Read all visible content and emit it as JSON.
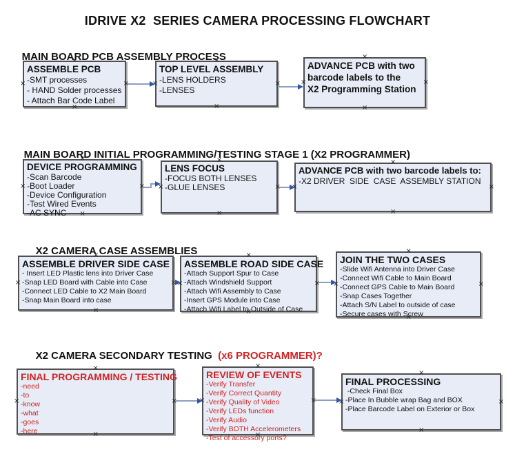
{
  "title": "IDRIVE X2  SERIES CAMERA PROCESSING FLOWCHART",
  "glyphs": {
    "handle": "×"
  },
  "colors": {
    "box_fill": "#e7ecf6",
    "box_border": "#4f4f4f",
    "box_shadow": "#a9a9a9",
    "arrow_line": "#8c9fc0",
    "arrow_head": "#3457a5",
    "accent_red": "#cf2424",
    "text": "#111111",
    "background": "#ffffff"
  },
  "sections": [
    {
      "header": "MAIN BOARD PCB ASSEMBLY PROCESS",
      "boxes": [
        {
          "title": "ASSEMBLE PCB",
          "items": [
            "-SMT processes",
            "- HAND Solder processes",
            "- Attach Bar Code Label"
          ]
        },
        {
          "title": "TOP LEVEL ASSEMBLY",
          "items": [
            "-LENS HOLDERS",
            "-LENSES"
          ]
        },
        {
          "title": "ADVANCE PCB with two\nbarcode labels to the\n X2 Programming Station",
          "items": []
        }
      ]
    },
    {
      "header": "MAIN BOARD INITIAL PROGRAMMING/TESTING STAGE 1 (X2 PROGRAMMER)",
      "boxes": [
        {
          "title": "DEVICE PROGRAMMING",
          "items": [
            "-Scan Barcode",
            "-Boot Loader",
            "-Device Configuration",
            "-Test Wired Events",
            "-AC SYNC"
          ]
        },
        {
          "title": "LENS FOCUS",
          "items": [
            "-FOCUS BOTH LENSES",
            "-GLUE LENSES"
          ]
        },
        {
          "title": "ADVANCE PCB with two barcode labels to:",
          "items": [
            "-X2 DRIVER  SIDE  CASE  ASSEMBLY STATION"
          ]
        }
      ]
    },
    {
      "header": "X2 CAMERA CASE ASSEMBLIES",
      "boxes": [
        {
          "title": "ASSEMBLE DRIVER SIDE CASE",
          "items": [
            "- Insert LED Plastic lens into Driver Case",
            "-Snap LED Board with Cable into Case",
            "-Connect LED Cable to X2 Main Board",
            "-Snap Main Board into case"
          ]
        },
        {
          "title": "ASSEMBLE ROAD SIDE CASE",
          "items": [
            "-Attach Support Spur to Case",
            "-Attach Windshield Support",
            "-Attach Wifi Assembly to Case",
            "-Insert GPS Module into Case",
            "-Attach Wifi Label to Outside of Case"
          ]
        },
        {
          "title": "JOIN THE TWO CASES",
          "items": [
            "-Slide Wifi Antenna into Driver Case",
            "-Connect Wifi Cable to Main Board",
            "-Connect GPS Cable to Main Board",
            "-Snap Cases Together",
            "-Attach S/N Label to outside of case",
            "-Secure cases with Screw"
          ]
        }
      ]
    },
    {
      "header": "X2 CAMERA SECONDARY TESTING  ",
      "header_suffix": "(x6 PROGRAMMER)?",
      "boxes": [
        {
          "title": "FINAL PROGRAMMING / TESTING",
          "items": [
            "-need",
            "-to",
            "-know",
            "-what",
            "-goes",
            "-here"
          ]
        },
        {
          "title": "REVIEW OF EVENTS",
          "items": [
            "-Verify Transfer",
            "-Verify Correct Quantity",
            "-Verify Quality of Video",
            "-Verify LEDs function",
            "-Verify Audio",
            "-Verify BOTH Accelerometers",
            "-Test of accessory ports?"
          ]
        },
        {
          "title": "FINAL PROCESSING",
          "items": [
            " -Check Final Box",
            "-Place In Bubble wrap Bag and BOX",
            "-Place Barcode Label on Exterior or Box"
          ]
        }
      ]
    }
  ]
}
